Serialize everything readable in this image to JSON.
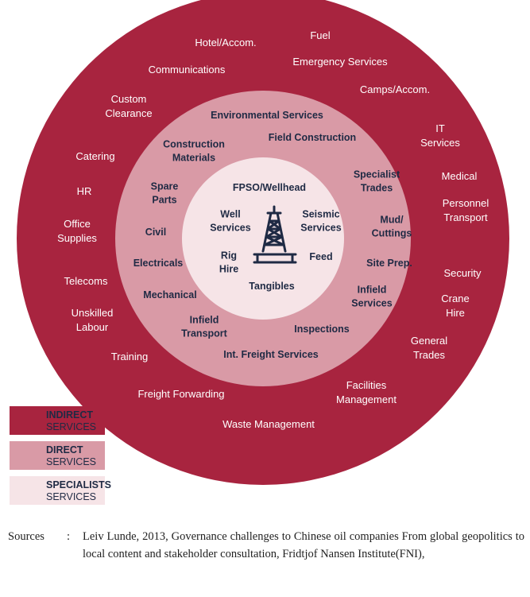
{
  "colors": {
    "indirect": "#a8243f",
    "direct": "#d99aa6",
    "specialists": "#f6e4e7",
    "text_dark": "#1f2a44",
    "rig": "#1f2a44"
  },
  "rings": {
    "indirect": [
      [
        "Hotel/Accom."
      ],
      [
        "Fuel"
      ],
      [
        "Communications"
      ],
      [
        "Emergency Services"
      ],
      [
        "Camps/Accom."
      ],
      [
        "Custom",
        "Clearance"
      ],
      [
        "IT",
        "Services"
      ],
      [
        "Catering"
      ],
      [
        "Medical"
      ],
      [
        "HR"
      ],
      [
        "Personnel",
        "Transport"
      ],
      [
        "Office",
        "Supplies"
      ],
      [
        "Telecoms"
      ],
      [
        "Security"
      ],
      [
        "Crane",
        "Hire"
      ],
      [
        "Unskilled",
        "Labour"
      ],
      [
        "General",
        "Trades"
      ],
      [
        "Training"
      ],
      [
        "Freight Forwarding"
      ],
      [
        "Facilities",
        "Management"
      ],
      [
        "Waste Management"
      ]
    ],
    "direct": [
      [
        "Environmental Services"
      ],
      [
        "Field Construction"
      ],
      [
        "Construction",
        "Materials"
      ],
      [
        "Specialist",
        "Trades"
      ],
      [
        "Spare",
        "Parts"
      ],
      [
        "Mud/",
        "Cuttings"
      ],
      [
        "Civil"
      ],
      [
        "Site Prep."
      ],
      [
        "Electricals"
      ],
      [
        "Mechanical"
      ],
      [
        "Infield",
        "Services"
      ],
      [
        "Infield",
        "Transport"
      ],
      [
        "Inspections"
      ],
      [
        "Int. Freight Services"
      ]
    ],
    "specialists": [
      [
        "FPSO/Wellhead"
      ],
      [
        "Well",
        "Services"
      ],
      [
        "Seismic",
        "Services"
      ],
      [
        "Rig",
        "Hire"
      ],
      [
        "Feed"
      ],
      [
        "Tangibles"
      ]
    ]
  },
  "legend": [
    {
      "title": "INDIRECT",
      "sub": "SERVICES",
      "color": "#a8243f"
    },
    {
      "title": "DIRECT",
      "sub": "SERVICES",
      "color": "#d99aa6"
    },
    {
      "title": "SPECIALISTS",
      "sub": "SERVICES",
      "color": "#f6e4e7"
    }
  ],
  "source": {
    "label": "Sources",
    "colon": ":",
    "text": "Leiv Lunde, 2013, Governance challenges to Chinese oil companies From global geopolitics to local content and stakeholder consultation, Fridtjof Nansen Institute(FNI),"
  }
}
